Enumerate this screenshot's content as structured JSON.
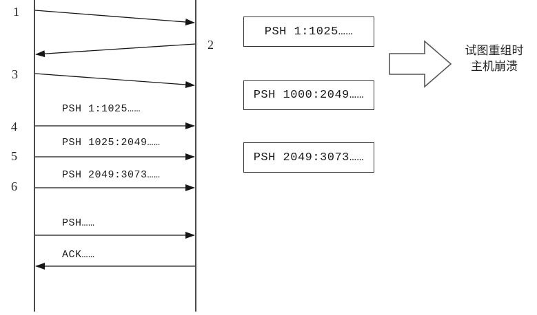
{
  "sequence_diagram": {
    "step_labels": [
      "1",
      "2",
      "3",
      "4",
      "5",
      "6"
    ],
    "message_labels": [
      "PSH 1:1025……",
      "PSH 1025:2049……",
      "PSH 2049:3073……",
      "PSH……",
      "ACK……"
    ]
  },
  "packet_boxes": [
    "PSH 1:1025……",
    "PSH 1000:2049……",
    "PSH 2049:3073……"
  ],
  "annotation": {
    "line1": "试图重组时",
    "line2": "主机崩溃"
  },
  "colors": {
    "background": "#ffffff",
    "lifeline": "#4a4a4a",
    "arrow": "#161616",
    "box_border": "#333333",
    "text": "#1a1a1a"
  }
}
